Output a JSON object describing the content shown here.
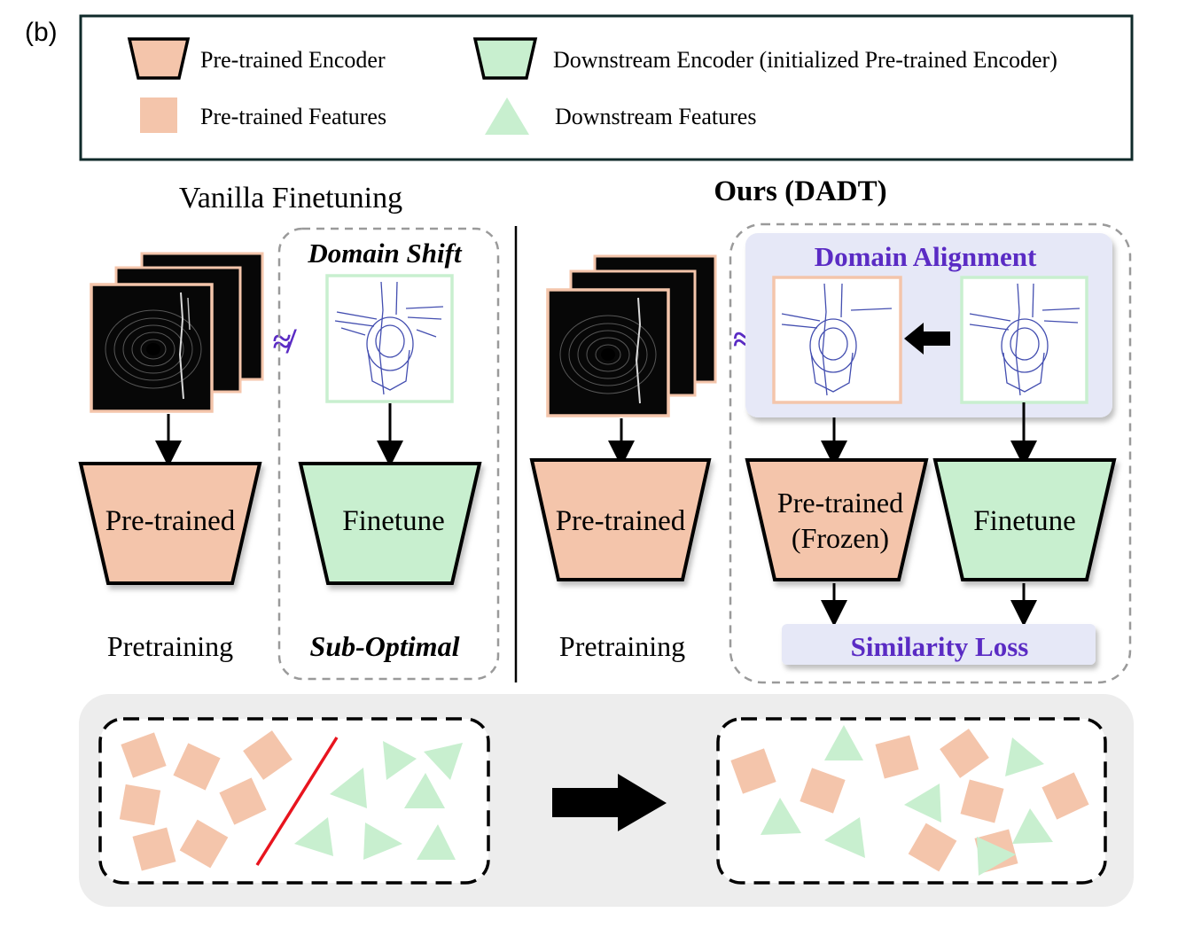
{
  "panel_label": "(b)",
  "legend": {
    "pretrained_encoder": "Pre-trained Encoder",
    "downstream_encoder": "Downstream Encoder (initialized Pre-trained Encoder)",
    "pretrained_features": "Pre-trained Features",
    "downstream_features": "Downstream Features"
  },
  "left": {
    "title": "Vanilla Finetuning",
    "domain_shift": "Domain Shift",
    "not_approx": "≉",
    "encoder_pretrained": "Pre-trained",
    "encoder_finetune": "Finetune",
    "caption_pretraining": "Pretraining",
    "caption_suboptimal": "Sub-Optimal"
  },
  "right": {
    "title": "Ours (DADT)",
    "domain_alignment": "Domain Alignment",
    "approx": "≈",
    "encoder_pretrained": "Pre-trained",
    "encoder_frozen_line1": "Pre-trained",
    "encoder_frozen_line2": "(Frozen)",
    "encoder_finetune": "Finetune",
    "caption_pretraining": "Pretraining",
    "similarity_loss": "Similarity Loss"
  },
  "colors": {
    "pretrained_fill": "#f4c5ab",
    "downstream_fill": "#c8efcf",
    "accent_purple": "#5a2bc4",
    "frame_dark": "#0f2a2a",
    "divider_red": "#e8141e",
    "bottom_panel": "#ededed",
    "align_panel": "#e6e8f7"
  }
}
